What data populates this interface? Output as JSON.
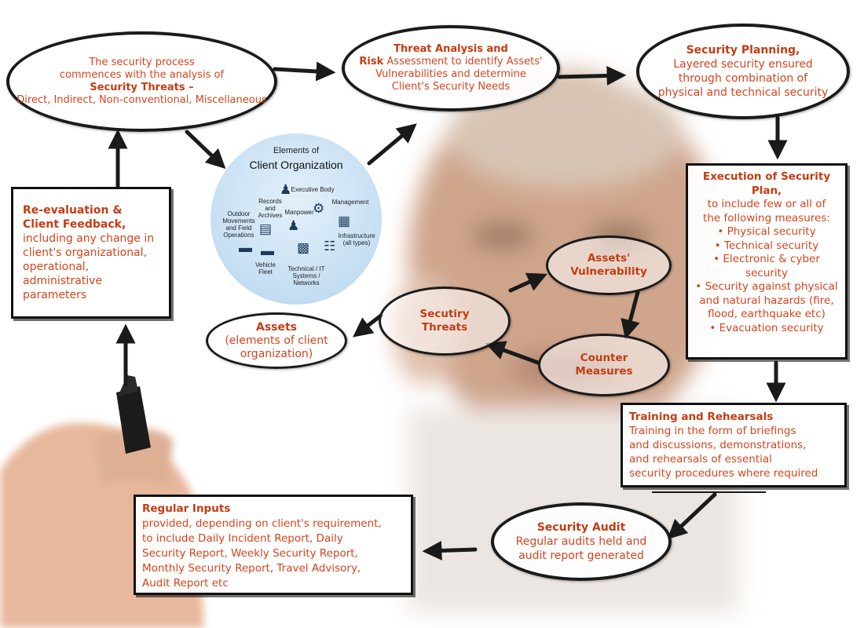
{
  "threats_analysis": {
    "lines": [
      "The security process",
      "commences with the analysis of"
    ],
    "bold": "Security Threats –",
    "tail": "Direct, Indirect, Non-conventional, Miscellaneous"
  },
  "threat_risk": {
    "bold1": "Threat Analysis and",
    "bold2": "Risk",
    "line2_rest": " Assessment to identify Assets'",
    "line3": "Vulnerabilities and determine",
    "line4": "Client's Security Needs"
  },
  "security_planning": {
    "title": "Security Planning,",
    "lines": [
      "Layered security ensured",
      "through combination of",
      "physical and technical security"
    ]
  },
  "execution": {
    "title": "Execution of Security Plan,",
    "lines": [
      "to include few or all of",
      "the following measures:"
    ],
    "measures": [
      "Physical security",
      "Technical security",
      "Electronic & cyber security",
      "Security against physical and natural hazards (fire, flood, earthquake etc)",
      "Evacuation security"
    ]
  },
  "training": {
    "title": "Training and Rehearsals",
    "lines": [
      "Training in the form of briefings",
      "and discussions, demonstrations,",
      "and rehearsals of essential",
      "security procedures where required"
    ]
  },
  "audit": {
    "title": "Security Audit",
    "lines": [
      "Regular audits held and",
      "audit report generated"
    ]
  },
  "inputs": {
    "title": "Regular Inputs",
    "lines": [
      "provided, depending on client's requirement,",
      "to include Daily Incident Report, Daily",
      "Security Report, Weekly Security Report,",
      "Monthly Security Report, Travel Advisory,",
      "Audit Report etc"
    ]
  },
  "reevaluation": {
    "title1": "Re-evaluation &",
    "title2": "Client Feedback,",
    "lines": [
      "including any change in",
      "client's organizational,",
      "operational,",
      "administrative",
      "parameters"
    ]
  },
  "cycle": {
    "vulnerability": [
      "Assets'",
      "Vulnerability"
    ],
    "threats": [
      "Secutiry",
      "Threats"
    ],
    "counter": [
      "Counter",
      "Measures"
    ]
  },
  "assets": {
    "title": "Assets",
    "lines": [
      "(elements of client",
      "organization)"
    ]
  },
  "client_org": {
    "header1": "Elements of",
    "header2": "Client Organization",
    "labels": [
      "Executive Body",
      "Records and Archives",
      "Management",
      "Manpower",
      "Outdoor Movements and Field Operations",
      "Infrastructure (all types)",
      "Vehicle Fleet",
      "Technical / IT Systems / Networks"
    ]
  },
  "colors": {
    "accent": "#d5441c",
    "border": "#111111"
  }
}
